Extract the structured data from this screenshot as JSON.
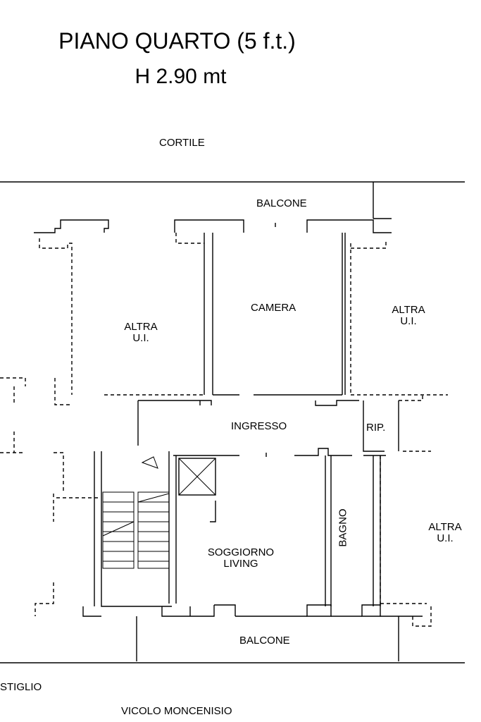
{
  "header": {
    "title": "PIANO QUARTO (5 f.t.)",
    "height": "H 2.90 mt"
  },
  "labels": {
    "cortile": "CORTILE",
    "balcone_top": "BALCONE",
    "camera": "CAMERA",
    "altra_left_1": "ALTRA",
    "altra_left_2": "U.I.",
    "altra_right_top_1": "ALTRA",
    "altra_right_top_2": "U.I.",
    "ingresso": "INGRESSO",
    "rip": "RIP.",
    "bagno": "BAGNO",
    "altra_right_bottom_1": "ALTRA",
    "altra_right_bottom_2": "U.I.",
    "soggiorno": "SOGGIORNO",
    "living": "LIVING",
    "balcone_bottom": "BALCONE",
    "ripostiglio": "STIGLIO",
    "street": "VICOLO MONCENISIO"
  }
}
